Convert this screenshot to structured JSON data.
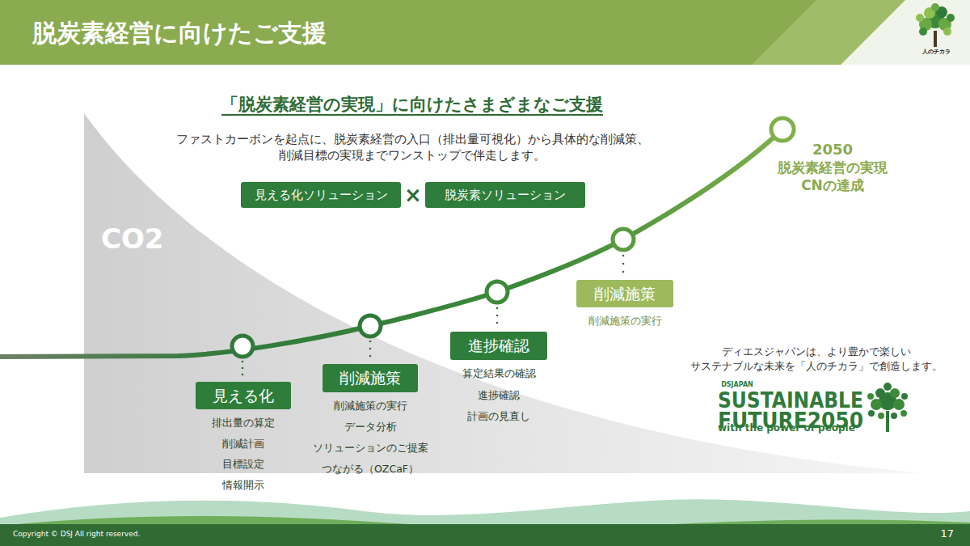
{
  "diagram": {
    "title": "脱炭素経営に向けたご支援",
    "nodes": [
      {
        "text": [
          "見える化ソリューション"
        ]
      },
      {
        "text": [
          "脱炭素ソリューション"
        ]
      },
      {
        "text": [
          "見える化",
          "排出量の算定",
          "削減計画",
          "目標設定",
          "情報開示"
        ]
      },
      {
        "text": [
          "削減施策",
          "削減施策の実行",
          "データ分析",
          "ソリューションのご提案",
          "つながる（OZCaF）"
        ]
      },
      {
        "text": [
          "進捗確認",
          "算定結果の確認",
          "進捗確認",
          "計画の見直し"
        ]
      },
      {
        "text": [
          "削減施策",
          "削減施策の実行"
        ]
      }
    ],
    "labels": [
      "人のチカラ",
      "「脱炭素経営の実現」に向けたさまざまなご支援",
      "ファストカーボンを起点に、脱炭素経営の入口（排出量可視化）から具体的な削減策、",
      "削減目標の実現までワンストップで伴走します。",
      "×",
      "CO2",
      "2050",
      "脱炭素経営の実現",
      "CNの達成",
      "ディエスジャパンは、より豊かで楽しい",
      "サステナブルな未来を「人のチカラ」で創造します。",
      "DSJAPAN",
      "SUSTAINABLE",
      "FUTURE2050",
      "with the power of people",
      "Copyright © DSJ All right reserved.",
      "17"
    ]
  }
}
